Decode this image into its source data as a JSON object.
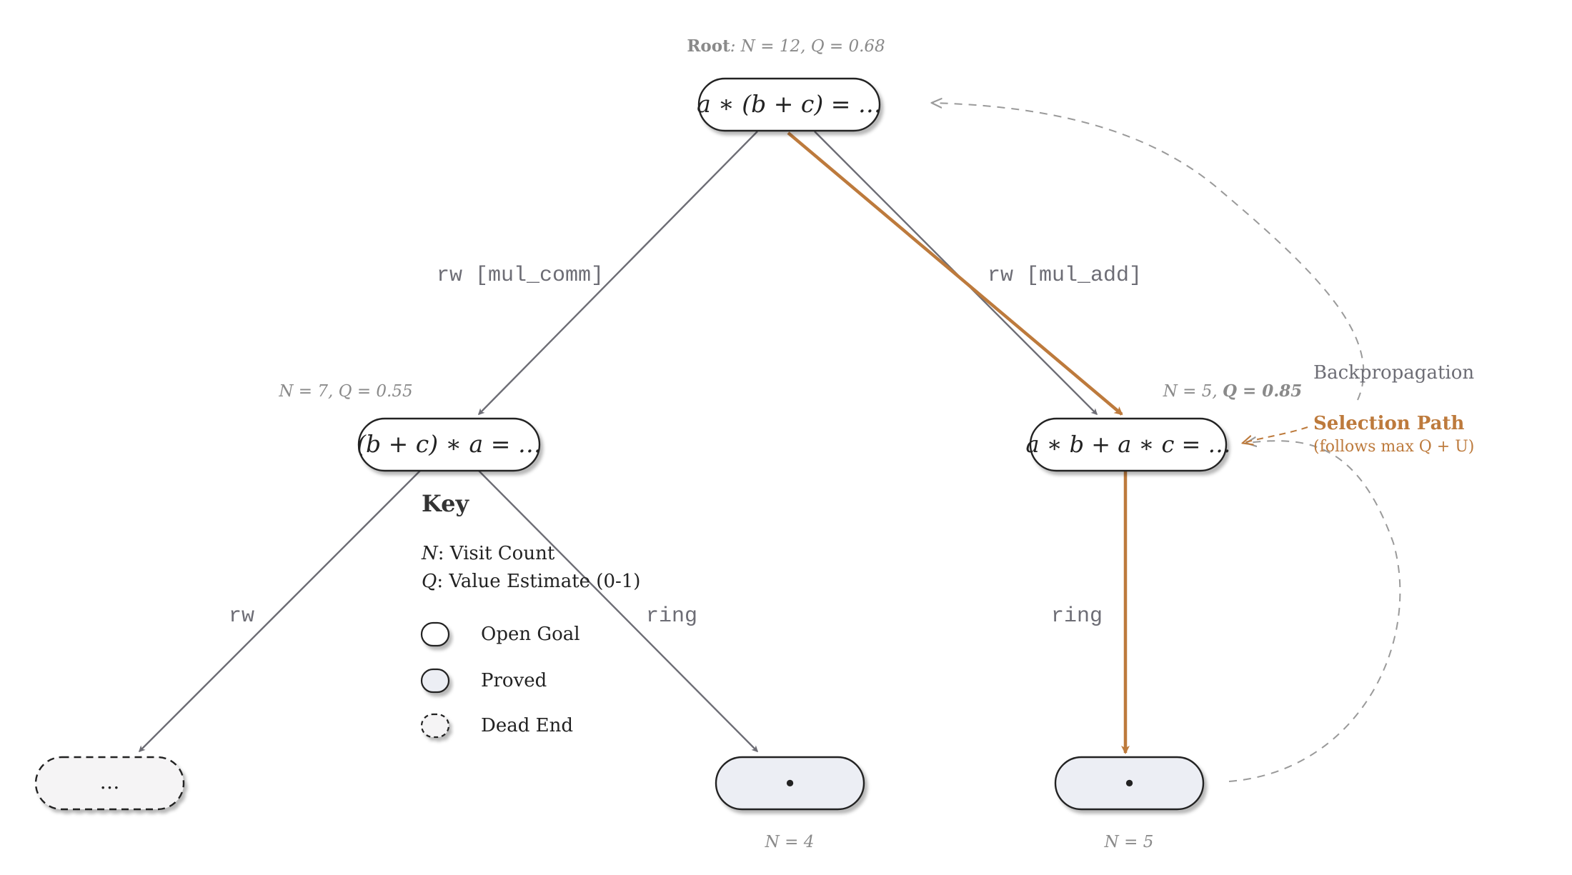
{
  "colors": {
    "edge": "#6d6d75",
    "highlight": "#bd7a3c",
    "meta": "#8a8a8a",
    "open_fill": "#ffffff",
    "proved_fill": "#eceef4",
    "dead_fill": "#f5f4f5",
    "stroke": "#222222"
  },
  "root": {
    "meta_label": "Root",
    "meta_stats": ": N = 12, Q = 0.68",
    "formula": "a ∗ (b + c) = …"
  },
  "left_node": {
    "meta": "N = 7, Q = 0.55",
    "formula": "(b + c) ∗ a = …"
  },
  "right_node": {
    "meta_a": "N = 5, ",
    "meta_b": "Q = 0.85",
    "formula": "a ∗ b + a ∗ c = …"
  },
  "edges": {
    "mul_comm": "rw [mul_comm]",
    "mul_add": "rw [mul_add]",
    "rw": "rw",
    "ring_mid": "ring",
    "ring_right": "ring"
  },
  "leaves": {
    "dead": "…",
    "proved_mid": "•",
    "proved_right": "•",
    "mid_meta": "N = 4",
    "right_meta": "N = 5"
  },
  "annotations": {
    "backprop": "Backpropagation",
    "selection_title": "Selection Path",
    "selection_sub": "(follows max Q + U)"
  },
  "key": {
    "title": "Key",
    "n_sym": "N",
    "n_text": ": Visit Count",
    "q_sym": "Q",
    "q_text": ": Value Estimate (0-1)",
    "open": "Open Goal",
    "proved": "Proved",
    "dead": "Dead End"
  }
}
